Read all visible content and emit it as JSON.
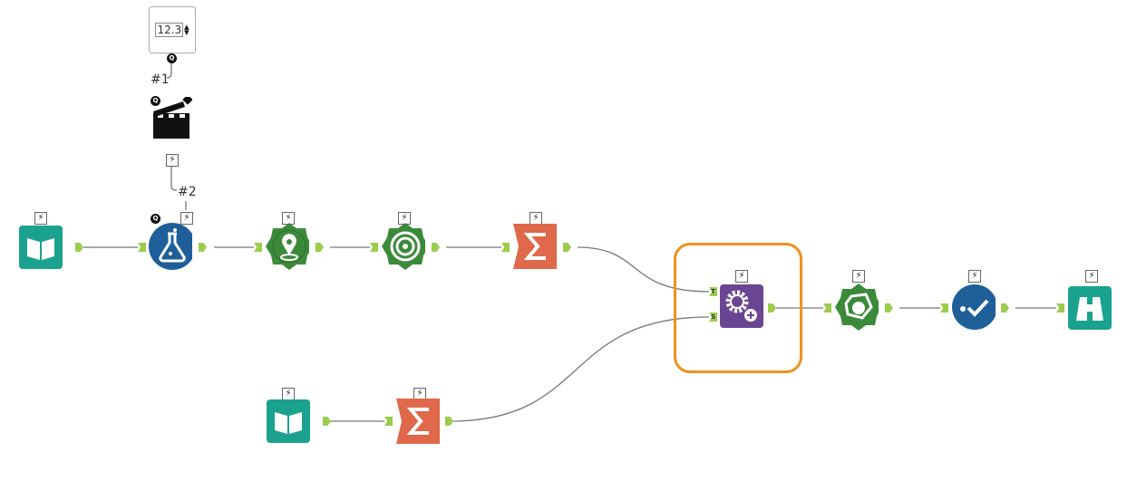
{
  "canvas": {
    "numeric_updown": {
      "value": "12.3",
      "spinner_icon": "up-down-arrows"
    },
    "connection_labels": [
      "#1",
      "#2"
    ],
    "bolt_glyph": "⚡",
    "question_glyph": "Q",
    "macro_anchors": {
      "top": "T",
      "source": "S"
    },
    "nodes": [
      {
        "name": "input-data-1",
        "icon": "book-icon",
        "color": "#1aa28f"
      },
      {
        "name": "formula",
        "icon": "flask-icon",
        "color": "#1e5f99"
      },
      {
        "name": "spatial-create-point",
        "icon": "map-pin-icon",
        "color": "#3a8a3a"
      },
      {
        "name": "trade-area",
        "icon": "target-icon",
        "color": "#3a8a3a"
      },
      {
        "name": "summarize-1",
        "icon": "sigma-icon",
        "color": "#e0684b"
      },
      {
        "name": "macro",
        "icon": "gears-icon",
        "color": "#6a4592"
      },
      {
        "name": "spatial-process",
        "icon": "polygon-icon",
        "color": "#3a8a3a"
      },
      {
        "name": "test-tool",
        "icon": "check-icon",
        "color": "#1e5f99"
      },
      {
        "name": "browse",
        "icon": "binoculars-icon",
        "color": "#1aa28f"
      },
      {
        "name": "input-data-2",
        "icon": "book-icon",
        "color": "#1aa28f"
      },
      {
        "name": "summarize-2",
        "icon": "sigma-icon",
        "color": "#e0684b"
      }
    ],
    "container_color": "#f0901e"
  }
}
